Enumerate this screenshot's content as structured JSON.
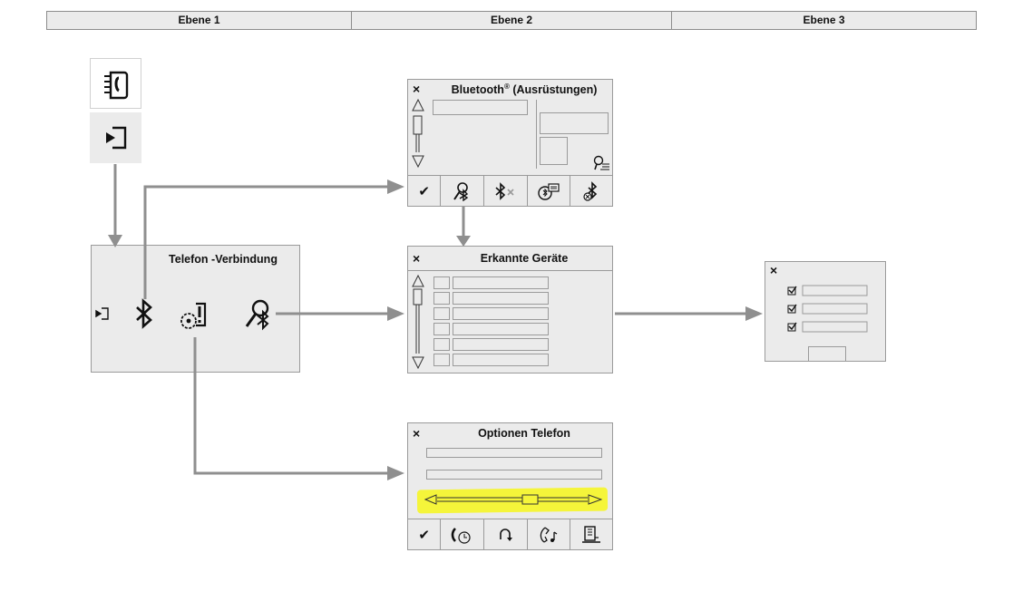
{
  "header": {
    "level1": "Ebene 1",
    "level2": "Ebene 2",
    "level3": "Ebene 3"
  },
  "telefon_panel": {
    "title": "Telefon -Verbindung"
  },
  "bluetooth_panel": {
    "title_main": "Bluetooth",
    "title_sup": "®",
    "title_rest": " (Ausrüstungen)",
    "close": "×"
  },
  "erkannte_panel": {
    "title": "Erkannte Geräte",
    "close": "×",
    "row_count": 6
  },
  "optionen_panel": {
    "title": "Optionen Telefon",
    "close": "×",
    "highlight_color": "#f5f53a"
  },
  "level3_panel": {
    "close": "×",
    "checkbox_count": 3
  },
  "icons": {
    "contacts": "phonebook-icon",
    "source": "source-input-icon",
    "bluetooth": "bluetooth-icon",
    "settings": "phone-settings-icon",
    "search": "bluetooth-search-icon",
    "confirm": "checkmark-icon"
  },
  "colors": {
    "arrow": "#8f8f8f",
    "panel": "#ebebeb",
    "border": "#9a9a9a"
  }
}
